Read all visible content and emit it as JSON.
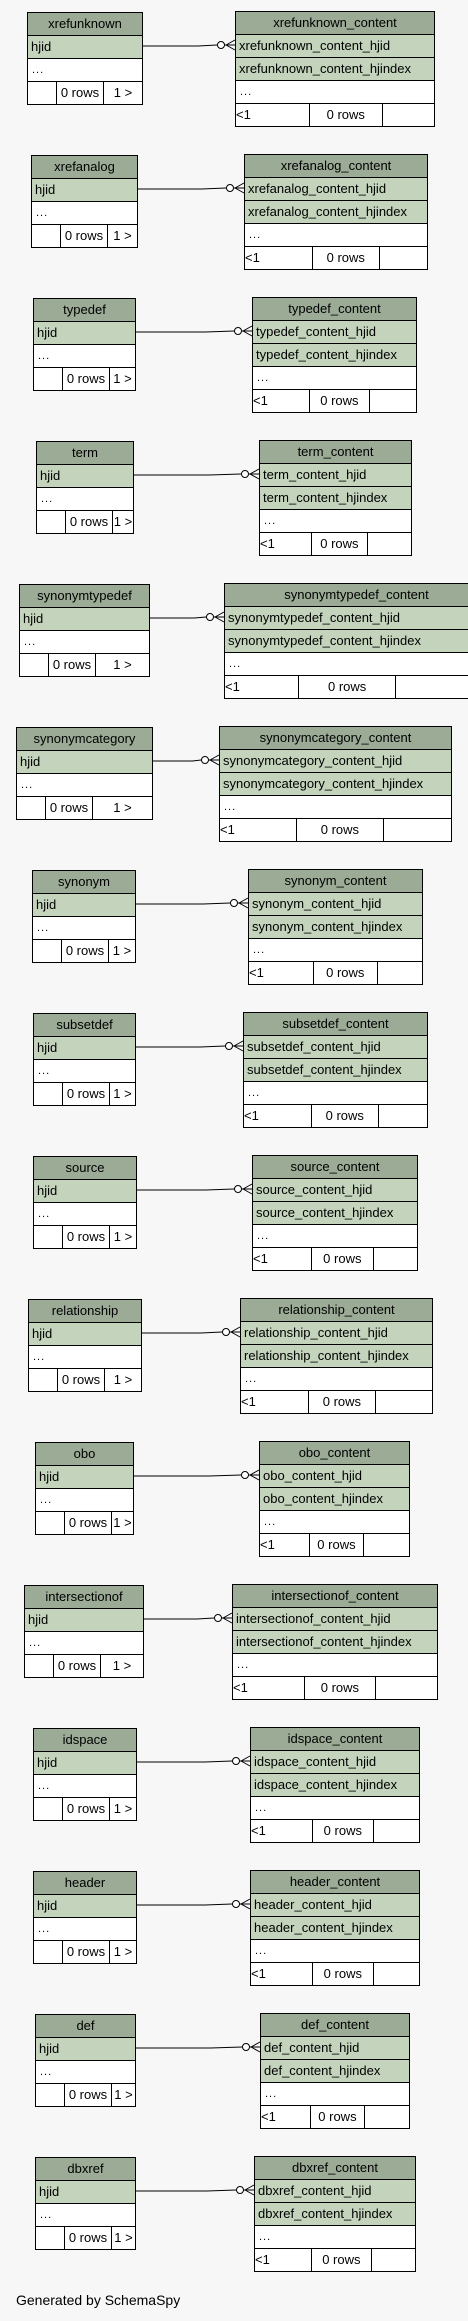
{
  "colors": {
    "header": "#9bab96",
    "column": "#c4d4bc",
    "background": "#f7f7f7"
  },
  "ellipsis": "...",
  "parent_footer": {
    "left": "",
    "rows": "0 rows",
    "arrow": "1 >"
  },
  "child_footer": {
    "left": "<1",
    "rows": "0 rows",
    "right": ""
  },
  "groups": [
    {
      "parent": "xrefunknown",
      "parent_col": "hjid",
      "child": "xrefunknown_content",
      "child_cols": [
        "xrefunknown_content_hjid",
        "xrefunknown_content_hjindex"
      ]
    },
    {
      "parent": "xrefanalog",
      "parent_col": "hjid",
      "child": "xrefanalog_content",
      "child_cols": [
        "xrefanalog_content_hjid",
        "xrefanalog_content_hjindex"
      ]
    },
    {
      "parent": "typedef",
      "parent_col": "hjid",
      "child": "typedef_content",
      "child_cols": [
        "typedef_content_hjid",
        "typedef_content_hjindex"
      ]
    },
    {
      "parent": "term",
      "parent_col": "hjid",
      "child": "term_content",
      "child_cols": [
        "term_content_hjid",
        "term_content_hjindex"
      ]
    },
    {
      "parent": "synonymtypedef",
      "parent_col": "hjid",
      "child": "synonymtypedef_content",
      "child_cols": [
        "synonymtypedef_content_hjid",
        "synonymtypedef_content_hjindex"
      ]
    },
    {
      "parent": "synonymcategory",
      "parent_col": "hjid",
      "child": "synonymcategory_content",
      "child_cols": [
        "synonymcategory_content_hjid",
        "synonymcategory_content_hjindex"
      ]
    },
    {
      "parent": "synonym",
      "parent_col": "hjid",
      "child": "synonym_content",
      "child_cols": [
        "synonym_content_hjid",
        "synonym_content_hjindex"
      ]
    },
    {
      "parent": "subsetdef",
      "parent_col": "hjid",
      "child": "subsetdef_content",
      "child_cols": [
        "subsetdef_content_hjid",
        "subsetdef_content_hjindex"
      ]
    },
    {
      "parent": "source",
      "parent_col": "hjid",
      "child": "source_content",
      "child_cols": [
        "source_content_hjid",
        "source_content_hjindex"
      ]
    },
    {
      "parent": "relationship",
      "parent_col": "hjid",
      "child": "relationship_content",
      "child_cols": [
        "relationship_content_hjid",
        "relationship_content_hjindex"
      ]
    },
    {
      "parent": "obo",
      "parent_col": "hjid",
      "child": "obo_content",
      "child_cols": [
        "obo_content_hjid",
        "obo_content_hjindex"
      ]
    },
    {
      "parent": "intersectionof",
      "parent_col": "hjid",
      "child": "intersectionof_content",
      "child_cols": [
        "intersectionof_content_hjid",
        "intersectionof_content_hjindex"
      ]
    },
    {
      "parent": "idspace",
      "parent_col": "hjid",
      "child": "idspace_content",
      "child_cols": [
        "idspace_content_hjid",
        "idspace_content_hjindex"
      ]
    },
    {
      "parent": "header",
      "parent_col": "hjid",
      "child": "header_content",
      "child_cols": [
        "header_content_hjid",
        "header_content_hjindex"
      ]
    },
    {
      "parent": "def",
      "parent_col": "hjid",
      "child": "def_content",
      "child_cols": [
        "def_content_hjid",
        "def_content_hjindex"
      ]
    },
    {
      "parent": "dbxref",
      "parent_col": "hjid",
      "child": "dbxref_content",
      "child_cols": [
        "dbxref_content_hjid",
        "dbxref_content_hjindex"
      ]
    }
  ],
  "footer_text": "Generated by SchemaSpy"
}
